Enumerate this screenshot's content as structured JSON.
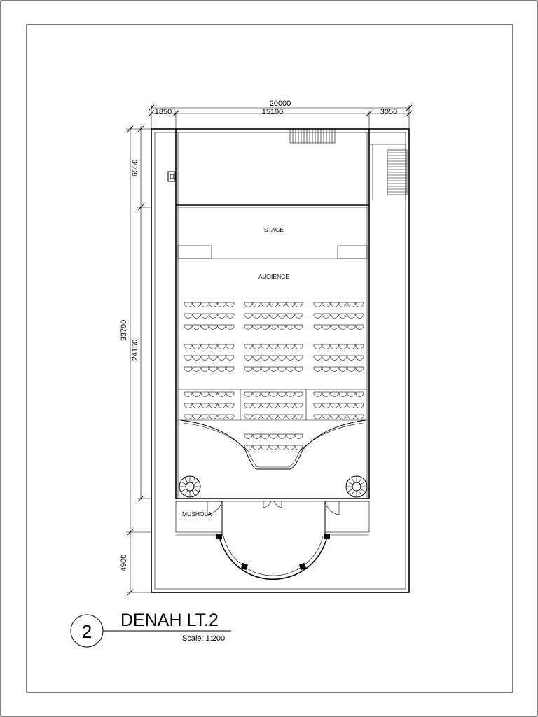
{
  "dimensions": {
    "total_width": "20000",
    "left_bay": "1850",
    "center_bay": "15100",
    "right_bay": "3050",
    "total_depth": "33700",
    "top_zone": "6550",
    "middle_zone": "24150",
    "bottom_zone": "4900"
  },
  "rooms": {
    "stage": "STAGE",
    "audience": "AUDIENCE",
    "mushola": "MUSHOLA"
  },
  "title_block": {
    "number": "2",
    "title": "DENAH LT.2",
    "scale": "Scale: 1:200"
  }
}
